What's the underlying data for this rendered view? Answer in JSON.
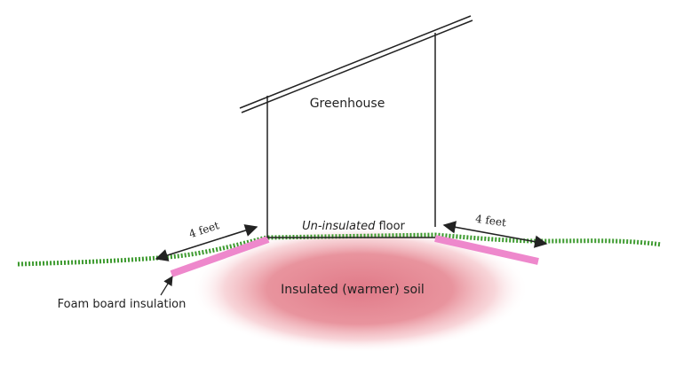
{
  "labels": {
    "greenhouse": "Greenhouse",
    "floor_prefix": "Un-insulated",
    "floor_suffix": " floor",
    "soil": "Insulated (warmer) soil",
    "foam": "Foam board insulation",
    "left_distance": "4 feet",
    "right_distance": "4 feet"
  },
  "colors": {
    "line": "#222222",
    "ground": "#3c9a2e",
    "foam_board": "#ee88cc",
    "soil_core": "#e07a88",
    "background": "#ffffff"
  }
}
